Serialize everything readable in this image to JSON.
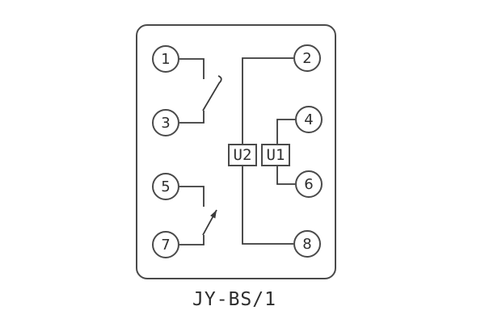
{
  "title": "JY-BS/1",
  "terminals": [
    "1",
    "2",
    "3",
    "4",
    "5",
    "6",
    "7",
    "8"
  ],
  "components": {
    "u2": "U2",
    "u1": "U1"
  },
  "colors": {
    "line": "#3a3a3a"
  }
}
